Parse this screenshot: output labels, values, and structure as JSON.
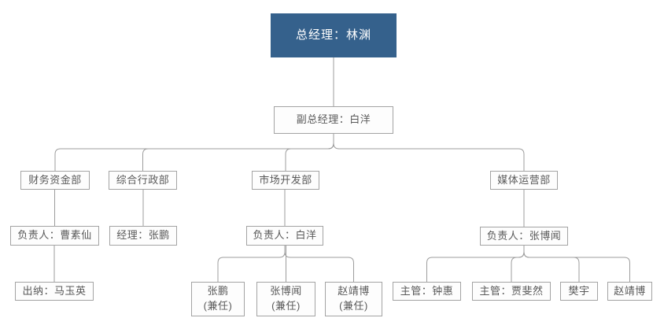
{
  "diagram": {
    "type": "org-chart",
    "colors": {
      "root_fill": "#35618c",
      "root_text": "#ffffff",
      "node_fill": "#fdfdfd",
      "node_border": "#a3a3a3",
      "node_text": "#595959",
      "connector_line": "#9c9c9c",
      "background": "#ffffff"
    },
    "nodes": [
      {
        "id": "gm",
        "label": "总经理：林渊",
        "parent": null,
        "style": "root"
      },
      {
        "id": "dgm",
        "label": "副总经理：白洋",
        "parent": "gm",
        "style": "default"
      },
      {
        "id": "dept-finance",
        "label": "财务资金部",
        "parent": "dgm",
        "style": "default"
      },
      {
        "id": "dept-admin",
        "label": "综合行政部",
        "parent": "dgm",
        "style": "default"
      },
      {
        "id": "dept-market",
        "label": "市场开发部",
        "parent": "dgm",
        "style": "default"
      },
      {
        "id": "dept-media",
        "label": "媒体运营部",
        "parent": "dgm",
        "style": "default"
      },
      {
        "id": "lead-finance",
        "label": "负责人：曹素仙",
        "parent": "dept-finance",
        "style": "default"
      },
      {
        "id": "lead-admin",
        "label": "经理：张鹏",
        "parent": "dept-admin",
        "style": "default"
      },
      {
        "id": "lead-market",
        "label": "负责人：白洋",
        "parent": "dept-market",
        "style": "default"
      },
      {
        "id": "lead-media",
        "label": "负责人：张博闻",
        "parent": "dept-media",
        "style": "default"
      },
      {
        "id": "cashier",
        "label": "出纳：马玉英",
        "parent": "lead-finance",
        "style": "default"
      },
      {
        "id": "market-m1",
        "lines": [
          "张鹏",
          "(兼任)"
        ],
        "parent": "lead-market",
        "style": "default"
      },
      {
        "id": "market-m2",
        "lines": [
          "张博闻",
          "(兼任)"
        ],
        "parent": "lead-market",
        "style": "default"
      },
      {
        "id": "market-m3",
        "lines": [
          "赵靖博",
          "(兼任)"
        ],
        "parent": "lead-market",
        "style": "default"
      },
      {
        "id": "media-s1",
        "label": "主管：钟惠",
        "parent": "lead-media",
        "style": "default"
      },
      {
        "id": "media-s2",
        "label": "主管：贾斐然",
        "parent": "lead-media",
        "style": "default"
      },
      {
        "id": "media-s3",
        "label": "樊宇",
        "parent": "lead-media",
        "style": "default"
      },
      {
        "id": "media-s4",
        "label": "赵靖博",
        "parent": "lead-media",
        "style": "default"
      }
    ]
  }
}
